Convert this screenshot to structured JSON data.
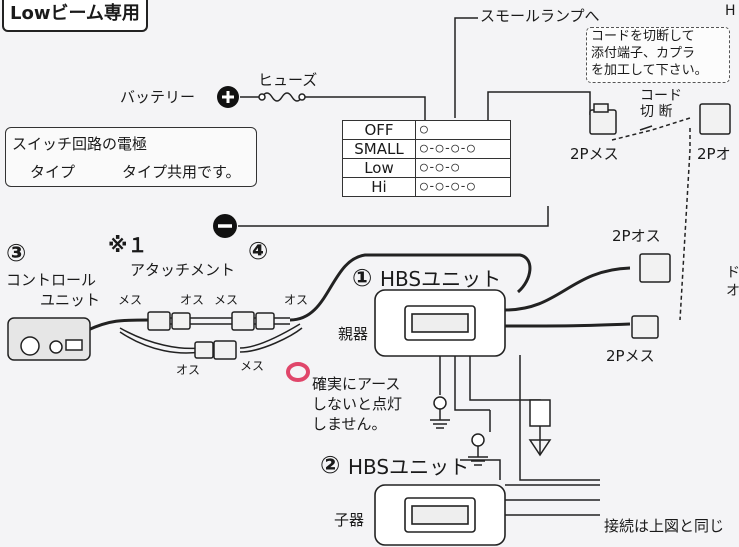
{
  "title": "Lowビーム専用",
  "top_right_label": "H",
  "small_lamp": "スモールランプへ",
  "cut_note": [
    "コードを切断して",
    "添付端子、カプラ",
    "を加工して下さい。"
  ],
  "cord_cut": [
    "コード",
    "切 断"
  ],
  "battery": "バッテリー",
  "fuse": "ヒューズ",
  "electrode_note": {
    "line1": "スイッチ回路の電極",
    "line2_a": "タイプ",
    "line2_b": "タイプ共用です。"
  },
  "switch_rows": [
    {
      "label": "OFF",
      "conn": "○"
    },
    {
      "label": "SMALL",
      "conn": "○-○-○-○"
    },
    {
      "label": "Low",
      "conn": "○-○-○"
    },
    {
      "label": "Hi",
      "conn": "○-○-○-○"
    }
  ],
  "connectors": {
    "top_female": "2Pメス",
    "top_male_cut": "2Pオ",
    "right_male": "2Pオス",
    "right_female": "2Pメス"
  },
  "control_unit": {
    "number": "③",
    "label1": "コントロール",
    "label2": "ユニット"
  },
  "attachment": {
    "mark": "※１",
    "number": "④",
    "label": "アタッチメント"
  },
  "pins": {
    "mesu": "メス",
    "osu": "オス"
  },
  "hbs1": {
    "number": "①",
    "label": "HBSユニット",
    "role": "親器"
  },
  "hbs2": {
    "number": "②",
    "label": "HBSユニット",
    "role": "子器"
  },
  "ground_note": [
    "確実にアース",
    "しないと点灯",
    "しません。"
  ],
  "connection_same": "接続は上図と同じ",
  "right_edge_text": [
    "ド",
    "オ"
  ]
}
